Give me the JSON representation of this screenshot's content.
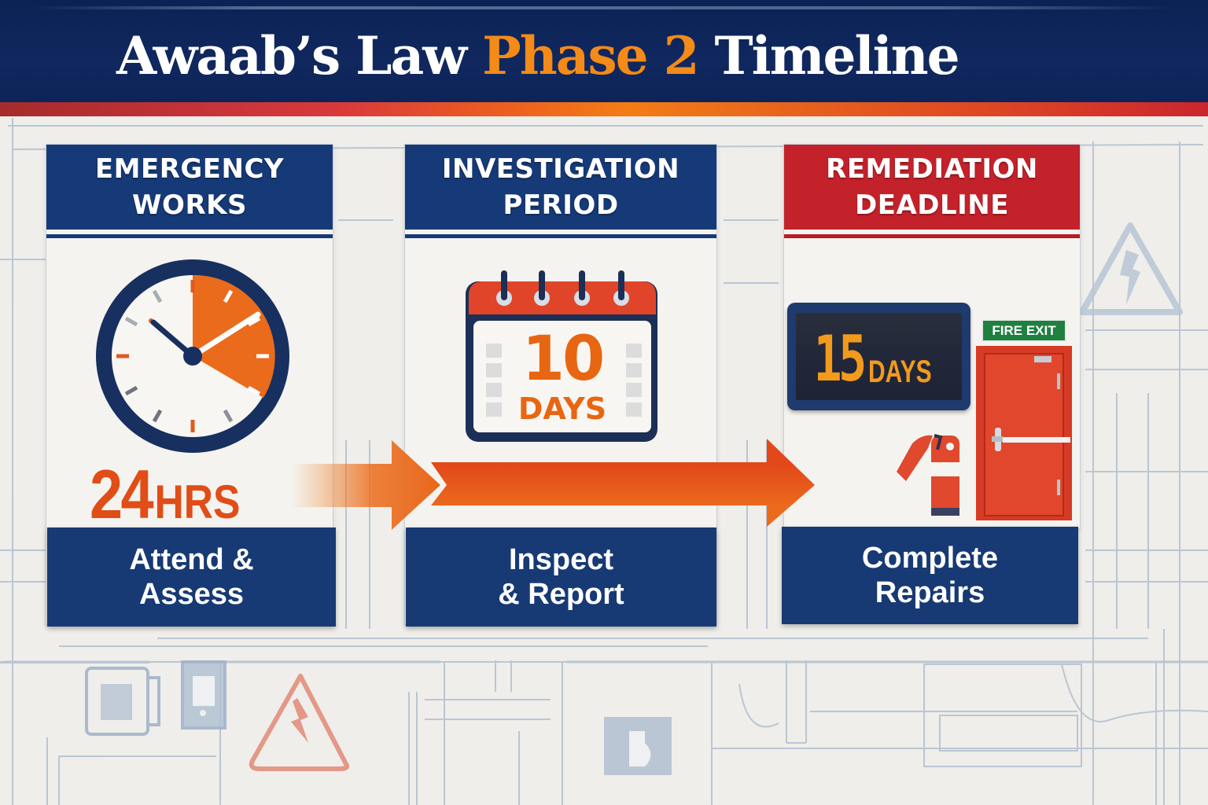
{
  "header": {
    "title_part1": "Awaab’s Law ",
    "title_accent": "Phase 2",
    "title_part2": " Timeline",
    "accent_color": "#f48a18",
    "background_color": "#0d2459"
  },
  "stages": [
    {
      "id": "emergency",
      "header_line1": "EMERGENCY",
      "header_line2": "WORKS",
      "header_color": "#163a78",
      "icon": "clock-icon",
      "duration_value": "24",
      "duration_unit": "HRS",
      "action_line1": "Attend &",
      "action_line2": "Assess"
    },
    {
      "id": "investigation",
      "header_line1": "INVESTIGATION",
      "header_line2": "PERIOD",
      "header_color": "#163a78",
      "icon": "calendar-icon",
      "duration_value": "10",
      "duration_unit": "DAYS",
      "action_line1": "Inspect",
      "action_line2": "& Report"
    },
    {
      "id": "remediation",
      "header_line1": "REMEDIATION",
      "header_line2": "DEADLINE",
      "header_color": "#c4222b",
      "icon": "digital-display-icon",
      "duration_value": "15",
      "duration_unit": "DAYS",
      "action_line1": "Complete",
      "action_line2": "Repairs",
      "sign_label": "FIRE EXIT"
    }
  ],
  "colors": {
    "navy": "#163a78",
    "orange": "#e8661a",
    "red": "#c4222b",
    "exit_green": "#1f8040",
    "blueprint_line": "#9fb2c8"
  }
}
